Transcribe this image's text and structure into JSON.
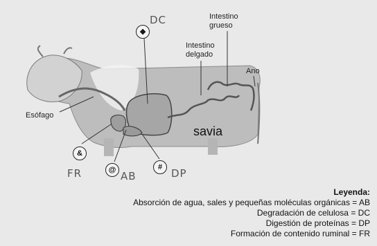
{
  "labels": {
    "esofago": "Esófago",
    "intestino_delgado_1": "Intestino",
    "intestino_delgado_2": "delgado",
    "intestino_grueso_1": "Intestino",
    "intestino_grueso_2": "grueso",
    "ano": "Ano",
    "savia": "savia"
  },
  "markers": {
    "dc_symbol": "❖",
    "fr_symbol": "&",
    "ab_symbol": "@",
    "dp_symbol": "#"
  },
  "handwritten": {
    "dc": "DC",
    "fr": "FR",
    "ab": "AB",
    "dp": "DP"
  },
  "legend": {
    "title": "Leyenda:",
    "rows": [
      "Absorción de agua, sales y pequeñas moléculas orgánicas = AB",
      "Degradación de celulosa = DC",
      "Digestión de proteínas = DP",
      "Formación de contenido ruminal = FR"
    ]
  }
}
